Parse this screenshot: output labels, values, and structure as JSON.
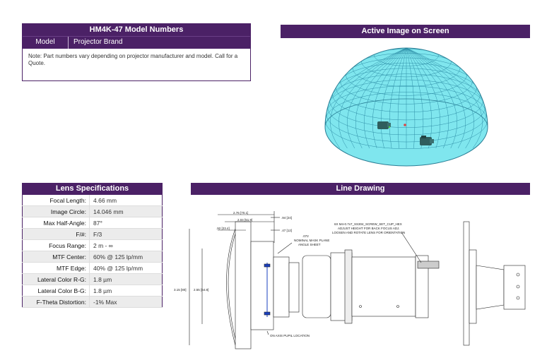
{
  "model_numbers": {
    "title": "HM4K-47 Model Numbers",
    "col_model": "Model",
    "col_brand": "Projector Brand",
    "note": "Note: Part numbers vary depending on projector manufacturer and model. Call for a Quote."
  },
  "lens_specs": {
    "title": "Lens Specifications",
    "rows": [
      {
        "label": "Focal Length:",
        "value": "4.66 mm"
      },
      {
        "label": "Image Circle:",
        "value": "14.046 mm"
      },
      {
        "label": "Max Half-Angle:",
        "value": "87°"
      },
      {
        "label": "F/#:",
        "value": "F/3"
      },
      {
        "label": "Focus Range:",
        "value": "2 m - ∞"
      },
      {
        "label": "MTF Center:",
        "value": "60% @ 125 lp/mm"
      },
      {
        "label": "MTF Edge:",
        "value": "40% @ 125 lp/mm"
      },
      {
        "label": "Lateral Color R-G:",
        "value": "1.8 µm"
      },
      {
        "label": "Lateral Color B-G:",
        "value": "1.8 µm"
      },
      {
        "label": "F-Theta Distortion:",
        "value": "-1% Max"
      }
    ]
  },
  "active_image": {
    "title": "Active Image on Screen"
  },
  "line_drawing": {
    "title": "Line Drawing",
    "dims": {
      "d1": "2.76 [70.1]",
      "d2": "2.04 [51.9]",
      "d3": ".92 [23.4]",
      "d4": ".94 [24]",
      "d5": ".47 [12]",
      "d6": "3.15 [80]",
      "d7": "2.55 [64.8]",
      "d8": ".072"
    },
    "callouts": {
      "mask": "NOMINAL MASK PLANE",
      "mask2": "ANGLE SHEET",
      "screw1": "6X M4-0.7x7_SS304_SCREW_SET_CUP_HEX",
      "screw2": "ADJUST HEIGHT FOR BACK FOCUS ADJ.",
      "screw3": "LOOSEN AND ROTATE LENS FOR ORIENTATION",
      "pupil": "ON AXIS PUPIL LOCATION"
    }
  },
  "colors": {
    "header": "#4b2166",
    "dome_fill": "#7fe6ee",
    "dome_grid": "#2f8fa8"
  }
}
